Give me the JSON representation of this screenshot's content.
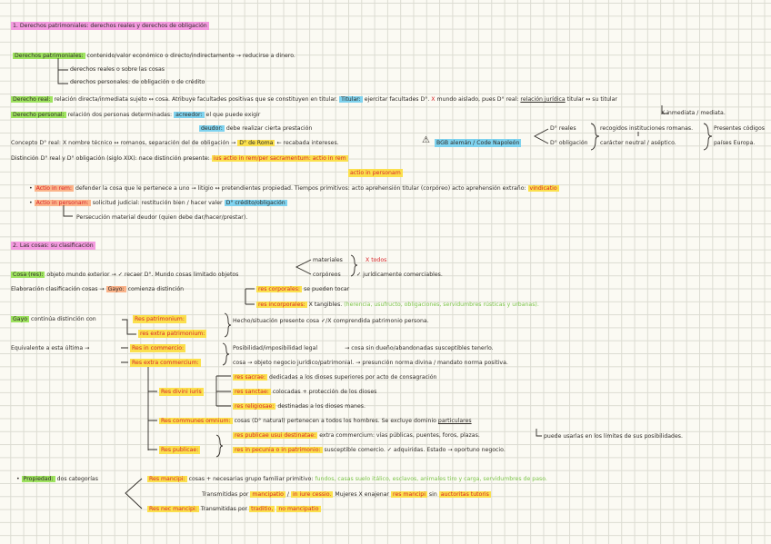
{
  "s1": {
    "title": "1. Derechos patrimoniales: derechos reales y derechos de obligación",
    "dp": {
      "label": "Derechos patrimoniales:",
      "text": "contenido/valor económico o directo/indirectamente → reducirse a dinero."
    },
    "dr_sub": "derechos reales o sobre las cosas",
    "dper_sub": "derechos personales: de obligación o de crédito",
    "real": {
      "label": "Derecho real:",
      "text": "relación directa/inmediata sujeto ↔ cosa. Atribuye facultades positivas que se constituyen en titular.",
      "tit_label": "Titular:",
      "tit_text": "ejercitar facultades D°.",
      "x": "X",
      "tit_rest": "mundo aislado, pues D° real:",
      "rel": "relación jurídica",
      "rel2": "titular ↔ su titular",
      "inm": "X inmediata / mediata."
    },
    "pers": {
      "label": "Derecho personal:",
      "text": "relación dos personas determinadas:",
      "acr_label": "acreedor:",
      "acr_text": "el que puede exigir",
      "deu_label": "deudor:",
      "deu_text": "debe realizar cierta prestación"
    },
    "concepto": {
      "a": "Concepto D° real: X nombre técnico ↔ romanos, separación del de obligación →",
      "roma": "D° de Roma",
      "b": "← recabada intereses.",
      "bgb": "BGB alemán / Code Napoleón"
    },
    "right": {
      "dr": "D° reales",
      "dob": "D° obligación",
      "r1": "recogidos instituciones romanas.",
      "r2": "carácter neutral / aséptico.",
      "r3": "Presentes códigos",
      "r4": "países Europa."
    },
    "dist": {
      "a": "Distinción D° real y D° obligación (siglo XIX): nace distinción presente:",
      "rem": "ius actio in rem/per sacramentum: actio in rem",
      "pers": "actio in personam"
    },
    "b1": {
      "label": "Actio in rem:",
      "text": "defender la cosa que le pertenece a uno → litigio ↔ pretendientes propiedad. Tiempos primitivos: acto aprehensión titular (corpóreo) acto aprehensión extraño:",
      "vind": "vindicatio"
    },
    "b2": {
      "label": "Actio in personam:",
      "text": "solicitud judicial: restitución bien / hacer valer",
      "cred": "D° crédito/obligación",
      "sub": "Persecución material deudor (quien debe dar/hacer/prestar)."
    }
  },
  "s2": {
    "title": "2. Las cosas: su clasificación",
    "res": {
      "label": "Cosa (res):",
      "text": "objeto mundo exterior → ✓ recaer D°. Mundo cosas limitado objetos",
      "mat": "materiales",
      "cor": "corpóreos",
      "todos": "X todos",
      "jur": "✓ jurídicamente comerciables."
    },
    "elab": {
      "text": "Elaboración clasificación cosas →",
      "gayo": "Gayo:",
      "gayo2": "comienza distinción",
      "corp": "res corporales:",
      "corp2": "se pueden tocar",
      "incorp": "res incorporales:",
      "incorp2": "X tangibles.",
      "incorp3": "(herencia, usufructo, obligaciones, servidumbres rústicas y urbanas)."
    },
    "gayo_row": {
      "label": "Gayo",
      "text": "continúa distinción con",
      "rp": "Res patrimonium:",
      "rep": "res extra patrimonium:",
      "hecho": "Hecho/situación presente cosa ✓/X comprendida patrimonio persona."
    },
    "equiv": {
      "text": "Equivalente a esta última →",
      "inc": "Res in commercio:",
      "extra": "Res extra commercium:",
      "pos": "Posibilidad/imposibilidad legal",
      "pos2": "→ cosa sin dueño/abandonadas susceptibles tenerlo.",
      "cosa": "cosa → objeto negocio jurídico/patrimonial. →",
      "cosa2": "presunción norma divina / mandato norma positiva."
    },
    "divini": {
      "label": "Res divini iuris",
      "sac": "res sacrae:",
      "sac2": "dedicadas a los dioses superiores por acto de consagración",
      "sanc": "res sanctae:",
      "sanc2": "colocadas + protección de los dioses",
      "rel": "res religiosae:",
      "rel2": "destinadas a los dioses manes."
    },
    "communes": {
      "label": "Res communes omnium:",
      "text": "cosas (D° natural) pertenecen a todos los hombres. Se excluye dominio",
      "part": "particulares"
    },
    "publicae": {
      "label": "Res publicae:",
      "uso": "res publicae usui destinatae:",
      "uso2": "extra commercium: vías públicas, puentes, foros, plazas.",
      "uso3": "puede usarlas en los límites de sus posibilidades.",
      "pec": "res in pecunia o in patrimonio:",
      "pec2": "susceptible comercio. ✓ adquiridas. Estado → oportuno negocio."
    }
  },
  "s3": {
    "label": "Propiedad:",
    "pre": "dos categorías",
    "mancipi": "Res mancipi:",
    "m1": "cosas + necesarias grupo familiar primitivo:",
    "m2": "fundos, casas suelo itálico, esclavos, animales tiro y carga, servidumbres de paso.",
    "trans": "Transmitidas por",
    "manc": "mancipatio",
    "iur": "in iure cessio.",
    "mujer": "Mujeres X enajenar",
    "rm": "res mancipi",
    "sin": "sin",
    "auct": "auctoritas tutoris",
    "nec": "Res nec mancipi:",
    "nec2": "Transmitidas por",
    "trad": "traditio,",
    "nomanc": "no mancipatio"
  }
}
